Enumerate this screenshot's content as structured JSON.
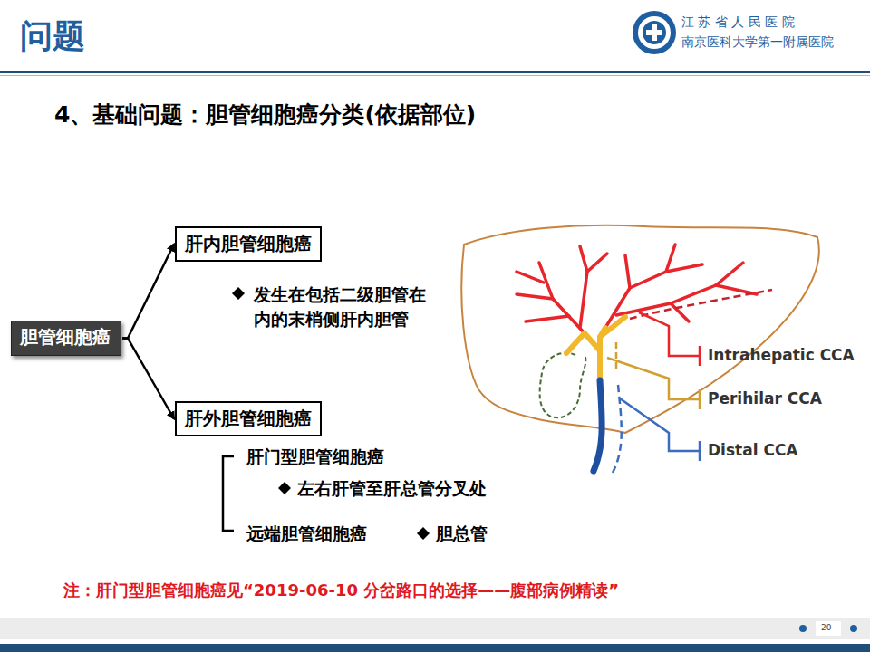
{
  "diagram": {
    "title": "4、基础问题：胆管细胞癌分类(依据部位)",
    "nodes": [
      {
        "text": [
          "胆管细胞癌"
        ]
      },
      {
        "text": [
          "肝内胆管细胞癌"
        ]
      },
      {
        "text": [
          "肝外胆管细胞癌"
        ]
      }
    ],
    "edges": [
      {
        "from": 0,
        "to": 1,
        "arrow": "to"
      },
      {
        "from": 0,
        "to": 2,
        "arrow": "to"
      }
    ],
    "labels": [
      "问题",
      "江 苏 省 人 民 医 院",
      "南京医科大学第一附属医院",
      "发生在包括二级胆管在内的末梢侧肝内胆管",
      "肝门型胆管细胞癌",
      "左右肝管至肝总管分叉处",
      "远端胆管细胞癌",
      "胆总管",
      "Intrahepatic CCA",
      "Perihilar CCA",
      "Distal CCA",
      "注：肝门型胆管细胞癌见“2019-06-10 分岔路口的选择——腹部病例精读”",
      "20"
    ]
  }
}
